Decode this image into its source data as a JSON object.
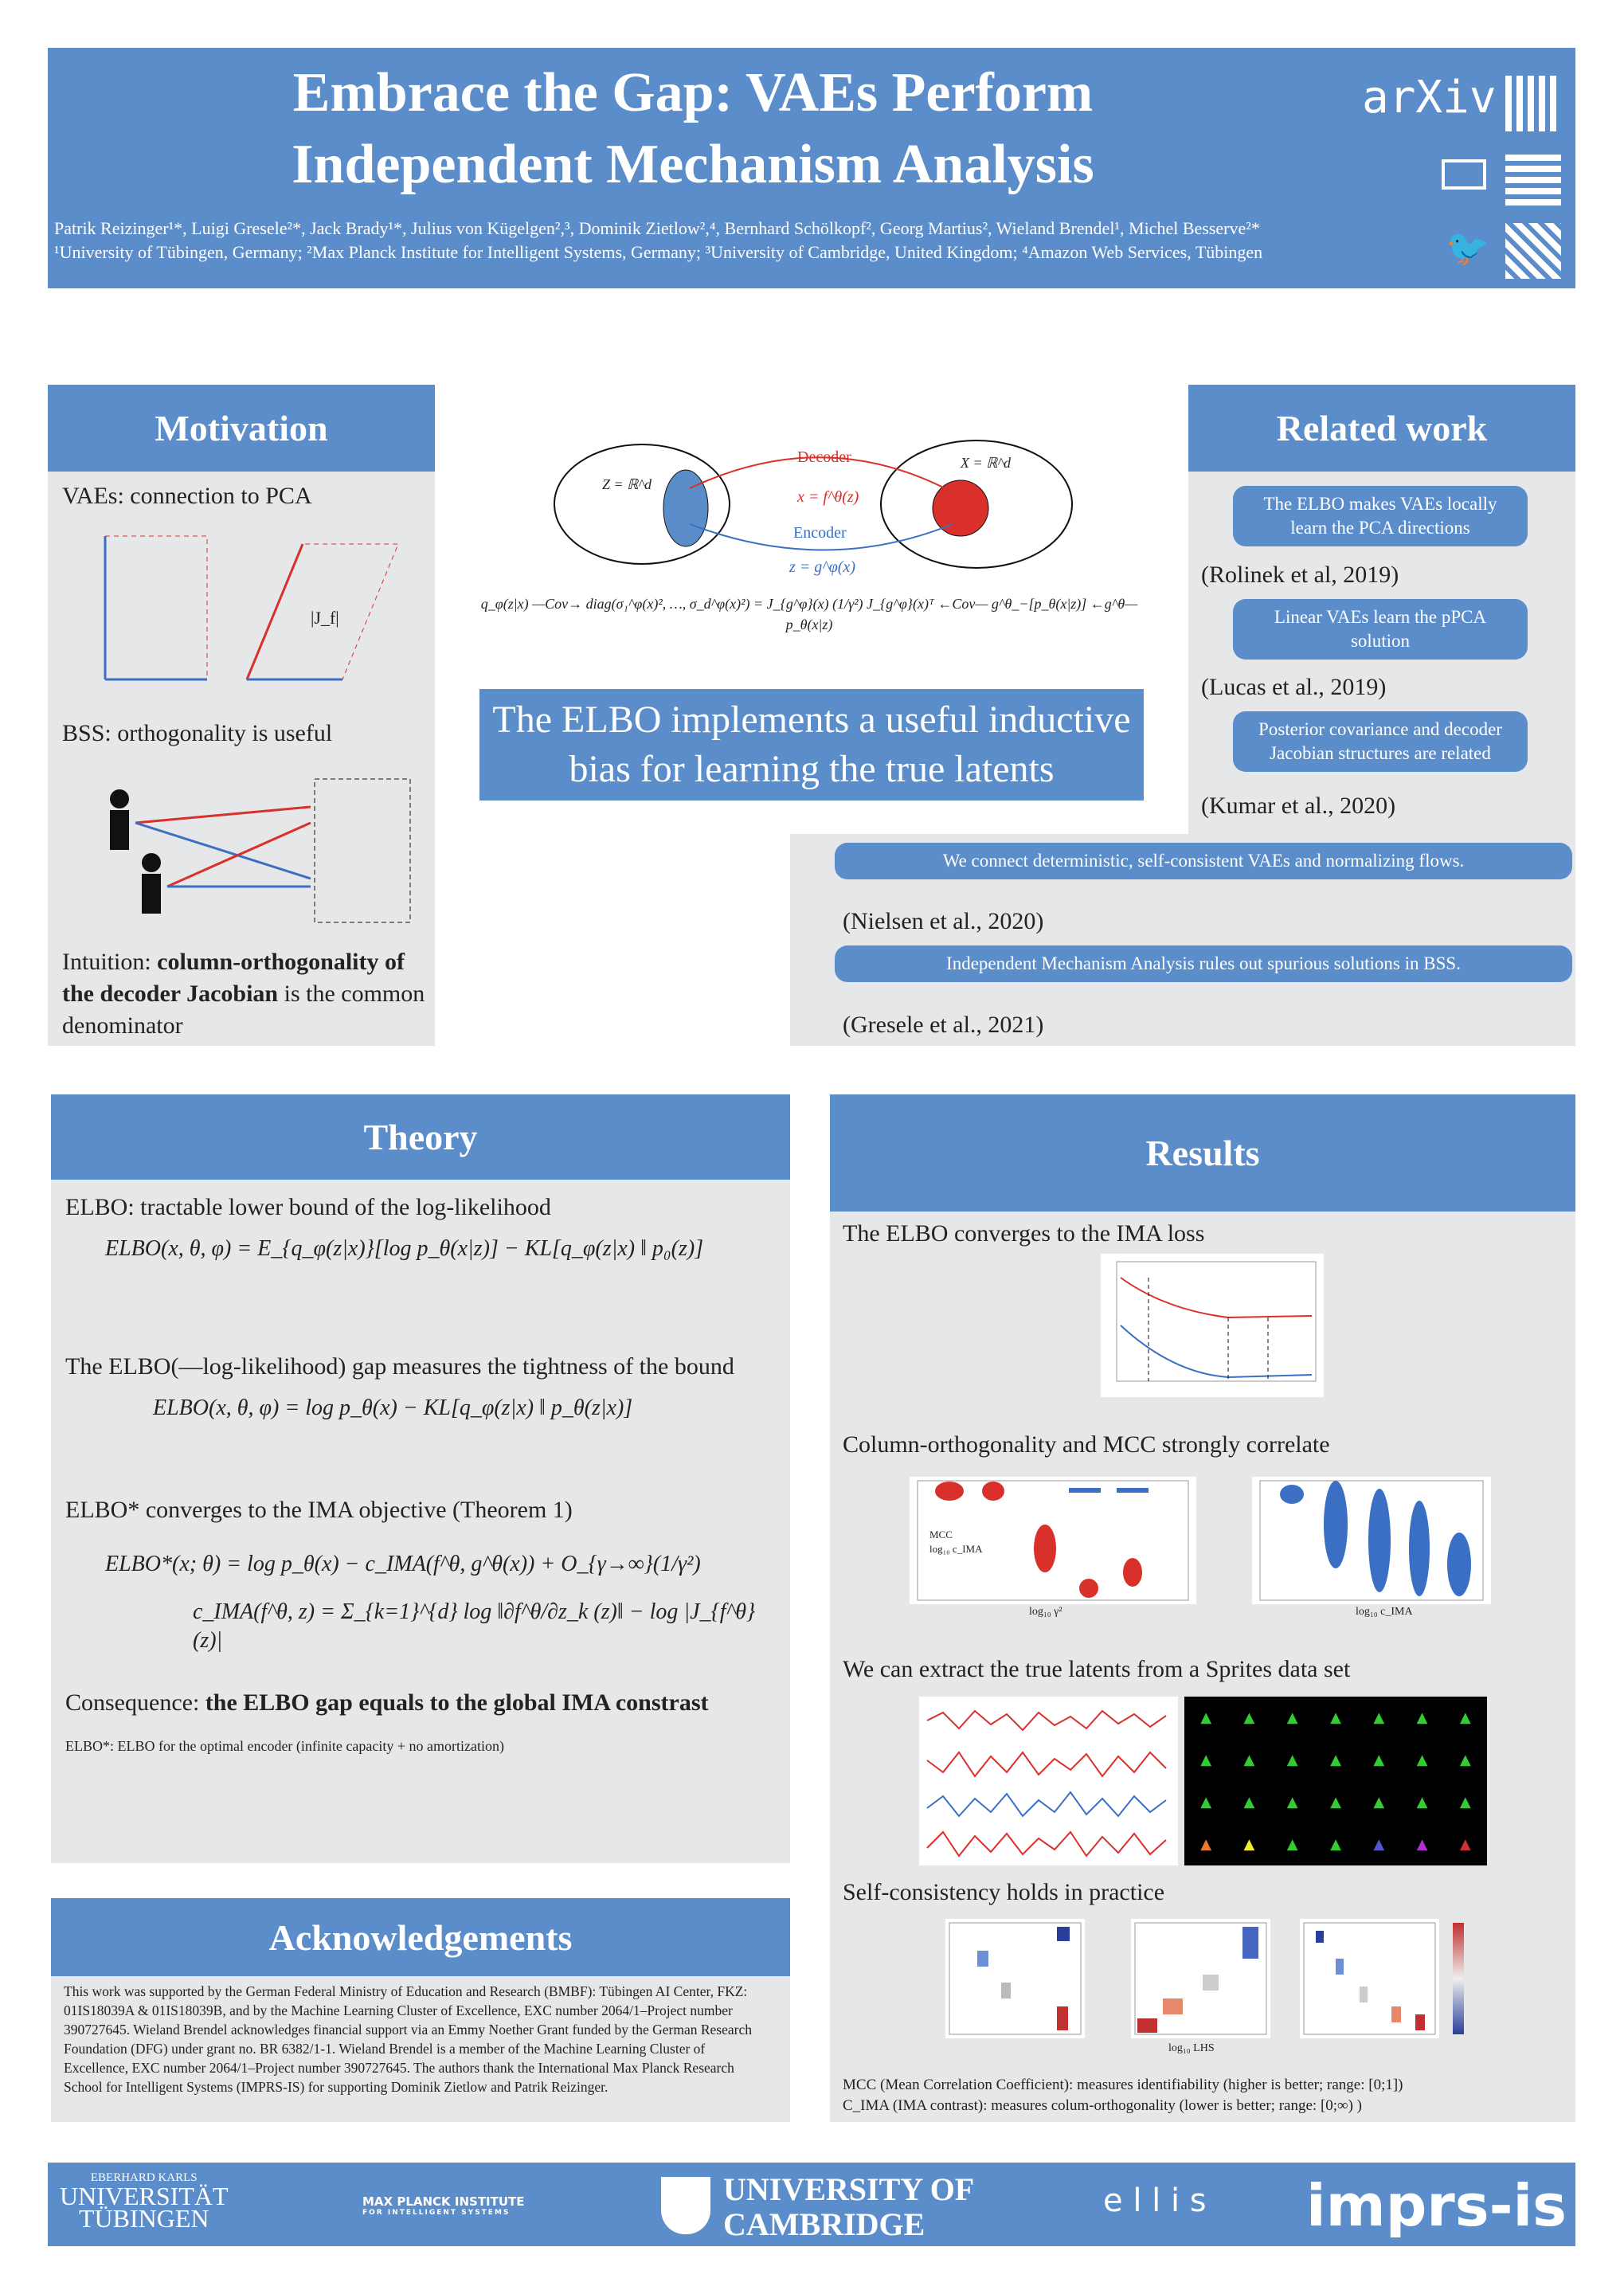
{
  "header": {
    "title_line1": "Embrace the Gap: VAEs Perform",
    "title_line2": "Independent Mechanism Analysis",
    "authors": "Patrik Reizinger¹*, Luigi Gresele²*, Jack Brady¹*, Julius von Kügelgen²,³, Dominik Zietlow²,⁴, Bernhard Schölkopf², Georg Martius², Wieland Brendel¹, Michel Besserve²*",
    "affiliations": "¹University of Tübingen, Germany; ²Max Planck Institute for Intelligent Systems, Germany; ³University of Cambridge, United Kingdom; ⁴Amazon Web Services, Tübingen",
    "arxiv_logo": "arXiv"
  },
  "motivation": {
    "title": "Motivation",
    "pca": "VAEs: connection to PCA",
    "bss": "BSS: orthogonality is useful",
    "jacobian": "|J_f|",
    "intuition_pre": "Intuition: ",
    "intuition_bold": "column-orthogonality of the decoder Jacobian",
    "intuition_post": " is the common denominator"
  },
  "center": {
    "decoder": "Decoder",
    "encoder": "Encoder",
    "decoder_eq": "x = f^θ(z)",
    "encoder_eq": "z = g^φ(x)",
    "latent_space": "Z = ℝ^d",
    "obs_space": "X = ℝ^d",
    "cov_eq": "q_φ(z|x) —Cov→ diag(σ₁^φ(x)², …, σ_d^φ(x)²) = J_{g^φ}(x) (1/γ²) J_{g^φ}(x)ᵀ ←Cov— g^θ_−[p_θ(x|z)] ←g^θ— p_θ(x|z)",
    "highlight": "The ELBO implements a useful inductive bias for learning the true latents"
  },
  "related": {
    "title": "Related work",
    "items": [
      {
        "claim": "The ELBO makes VAEs locally learn the PCA directions",
        "ref": "(Rolinek et al, 2019)"
      },
      {
        "claim": "Linear VAEs learn the pPCA solution",
        "ref": "(Lucas et al., 2019)"
      },
      {
        "claim": "Posterior covariance and decoder Jacobian structures are related",
        "ref": "(Kumar et al., 2020)"
      },
      {
        "claim": "We connect deterministic, self-consistent VAEs and normalizing flows.",
        "ref": "(Nielsen et al., 2020)"
      },
      {
        "claim": "Independent Mechanism Analysis rules out spurious solutions in BSS.",
        "ref": "(Gresele et al., 2021)"
      }
    ]
  },
  "theory": {
    "title": "Theory",
    "elbo_intro": "ELBO: tractable lower bound of the log-likelihood",
    "eq1": "ELBO(x, θ, φ) = E_{q_φ(z|x)}[log p_θ(x|z)] − KL[q_φ(z|x) ‖ p₀(z)]",
    "gap_intro": "The ELBO(—log-likelihood) gap measures the tightness of the bound",
    "eq2": "ELBO(x, θ, φ) = log p_θ(x) − KL[q_φ(z|x) ‖ p_θ(z|x)]",
    "conv_intro": "ELBO* converges to the IMA objective (Theorem 1)",
    "eq3": "ELBO*(x; θ) = log p_θ(x) − c_IMA(f^θ, g^θ(x)) + O_{γ→∞}(1/γ²)",
    "eq4": "c_IMA(f^θ, z) = Σ_{k=1}^{d} log ‖∂f^θ/∂z_k (z)‖ − log |J_{f^θ}(z)|",
    "consequence_pre": "Consequence: ",
    "consequence_bold": "the ELBO gap equals to the global IMA constrast",
    "footnote": "ELBO*: ELBO for the optimal encoder (infinite capacity + no amortization)"
  },
  "ack": {
    "title": "Acknowledgements",
    "text": "This work was supported by the German Federal Ministry of Education and Research (BMBF): Tübingen AI Center, FKZ: 01IS18039A & 01IS18039B, and by the Machine Learning Cluster of Excellence, EXC number 2064/1–Project number 390727645. Wieland Brendel acknowledges financial support via an Emmy Noether Grant funded by the German Research Foundation (DFG) under grant no. BR 6382/1-1. Wieland Brendel is a member of the Machine Learning Cluster of Excellence, EXC number 2064/1–Project number 390727645. The authors thank the International Max Planck Research School for Intelligent Systems (IMPRS-IS) for supporting Dominik Zietlow and Patrik Reizinger."
  },
  "results": {
    "title": "Results",
    "r1": "The ELBO converges to the IMA loss",
    "r2": "Column-orthogonality and MCC strongly correlate",
    "r3": "We can extract the true latents from a Sprites data set",
    "r4": "Self-consistency holds in practice",
    "xlabel_gamma": "log₁₀ γ²",
    "xlabel_cima": "log₁₀ c_IMA",
    "xlabel_lhs": "log₁₀ LHS",
    "legend_mcc": "MCC",
    "legend_cima": "log₁₀ c_IMA",
    "note1": "MCC (Mean Correlation Coefficient): measures identifiability (higher is better; range: [0;1])",
    "note2": "C_IMA (IMA contrast): measures colum-orthogonality (lower is better; range: [0;∞) )"
  },
  "footer": {
    "tuebingen1": "EBERHARD KARLS",
    "tuebingen2": "UNIVERSITÄT",
    "tuebingen3": "TÜBINGEN",
    "mpi": "MAX PLANCK INSTITUTE",
    "mpi_sub": "FOR INTELLIGENT SYSTEMS",
    "cam1": "UNIVERSITY OF",
    "cam2": "CAMBRIDGE",
    "ellis": "e l l i s",
    "imprs": "imprs-is"
  },
  "colors": {
    "blue": "#5b8dcb",
    "panel": "#e6e7e8",
    "red": "#d9302c"
  }
}
